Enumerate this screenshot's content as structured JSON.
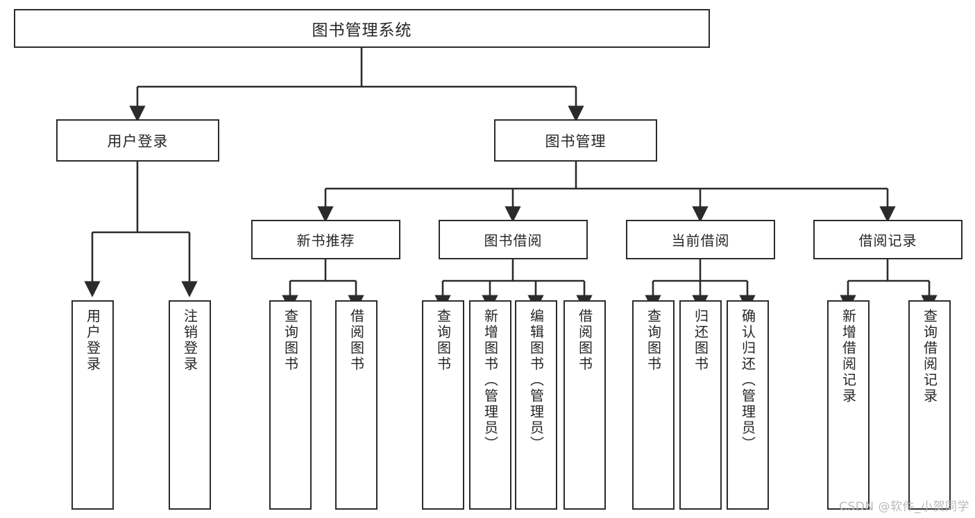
{
  "diagram": {
    "title": "图书管理系统",
    "watermark": "CSDN @软件_小贺同学",
    "line_color": "#2b2b2b",
    "box_fill": "#ffffff",
    "text_color": "#262626",
    "nodes": {
      "root": {
        "label": "图书管理系统"
      },
      "level1": [
        {
          "id": "user-login",
          "label": "用户登录"
        },
        {
          "id": "book-management",
          "label": "图书管理"
        }
      ],
      "level2": [
        {
          "id": "new-book-recommend",
          "label": "新书推荐"
        },
        {
          "id": "book-borrow",
          "label": "图书借阅"
        },
        {
          "id": "current-borrow",
          "label": "当前借阅"
        },
        {
          "id": "borrow-record",
          "label": "借阅记录"
        }
      ],
      "leaves": {
        "user_login": [
          {
            "id": "leaf-user-login",
            "label": "用户登录"
          },
          {
            "id": "leaf-logout-login",
            "label": "注销登录"
          }
        ],
        "new_book_recommend": [
          {
            "id": "leaf-query-book-1",
            "label": "查询图书"
          },
          {
            "id": "leaf-borrow-book-1",
            "label": "借阅图书"
          }
        ],
        "book_borrow": [
          {
            "id": "leaf-query-book-2",
            "label": "查询图书"
          },
          {
            "id": "leaf-add-book-admin",
            "label": "新增图书（管理员）"
          },
          {
            "id": "leaf-edit-book-admin",
            "label": "编辑图书（管理员）"
          },
          {
            "id": "leaf-borrow-book-2",
            "label": "借阅图书"
          }
        ],
        "current_borrow": [
          {
            "id": "leaf-query-book-3",
            "label": "查询图书"
          },
          {
            "id": "leaf-return-book",
            "label": "归还图书"
          },
          {
            "id": "leaf-confirm-return-admin",
            "label": "确认归还（管理员）"
          }
        ],
        "borrow_record": [
          {
            "id": "leaf-add-borrow-record",
            "label": "新增借阅记录"
          },
          {
            "id": "leaf-query-borrow-record",
            "label": "查询借阅记录"
          }
        ]
      }
    }
  }
}
